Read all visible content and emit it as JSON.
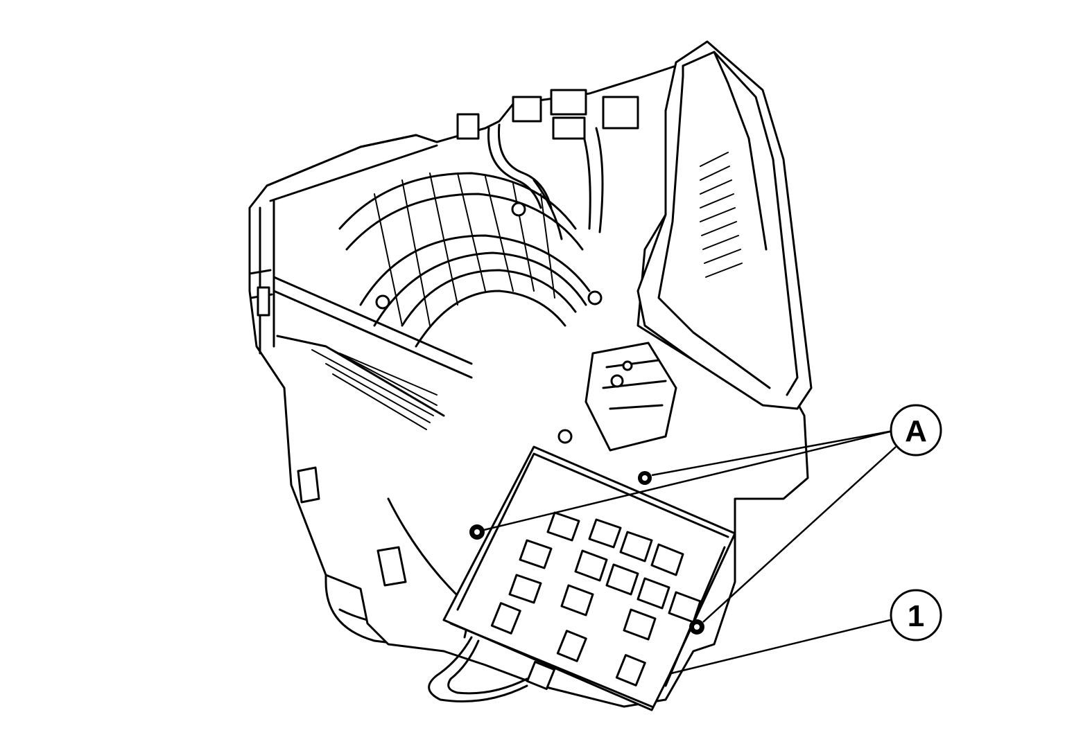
{
  "callouts": [
    {
      "id": "A",
      "label": "A"
    },
    {
      "id": "1",
      "label": "1"
    }
  ]
}
